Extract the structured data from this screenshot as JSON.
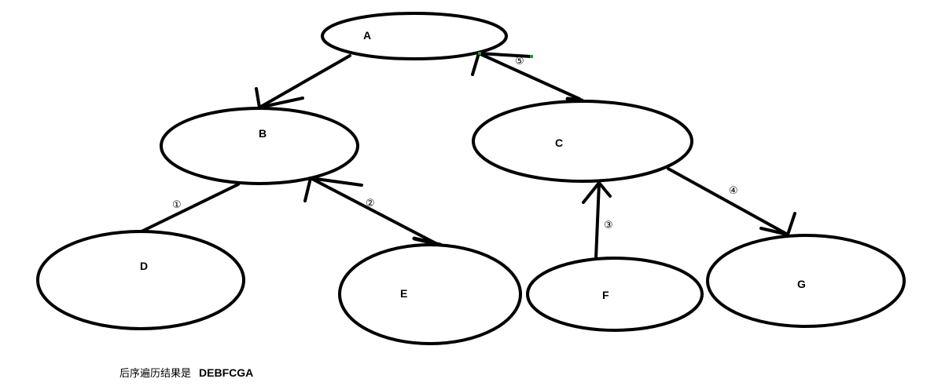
{
  "nodes": {
    "A": "A",
    "B": "B",
    "C": "C",
    "D": "D",
    "E": "E",
    "F": "F",
    "G": "G"
  },
  "steps": {
    "s1": "①",
    "s2": "②",
    "s3": "③",
    "s4": "④",
    "s5": "⑤"
  },
  "caption": {
    "label": "后序遍历结果是",
    "result": "DEBFCGA"
  },
  "colors": {
    "stroke": "#000000",
    "accent": "#1aa31a"
  }
}
